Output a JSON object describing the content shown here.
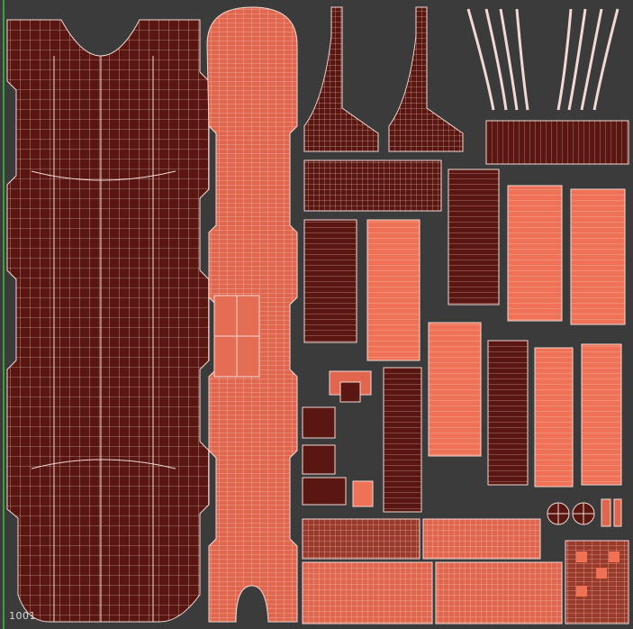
{
  "viewport": {
    "tile_label": "1001",
    "background_color": "#3b3b3b",
    "border_left_color": "#3aa33a",
    "border_bottom_color": "#3aa33a"
  },
  "colors": {
    "dark_shell": "#5a1610",
    "light_shell": "#e0674e",
    "bright_shell": "#ef7256",
    "mid_shell": "#9a3a2a",
    "wire": "#f3d9d4"
  },
  "uv_islands": [
    {
      "name": "island-body-dark",
      "shade": "dark"
    },
    {
      "name": "island-body-light",
      "shade": "light"
    },
    {
      "name": "island-fork-left",
      "shade": "dark"
    },
    {
      "name": "island-fork-right",
      "shade": "dark"
    },
    {
      "name": "island-curves",
      "shade": "dark"
    },
    {
      "name": "island-strips",
      "shade": "mixed"
    },
    {
      "name": "island-bottom-grid",
      "shade": "mixed"
    },
    {
      "name": "island-circles",
      "shade": "light"
    }
  ]
}
